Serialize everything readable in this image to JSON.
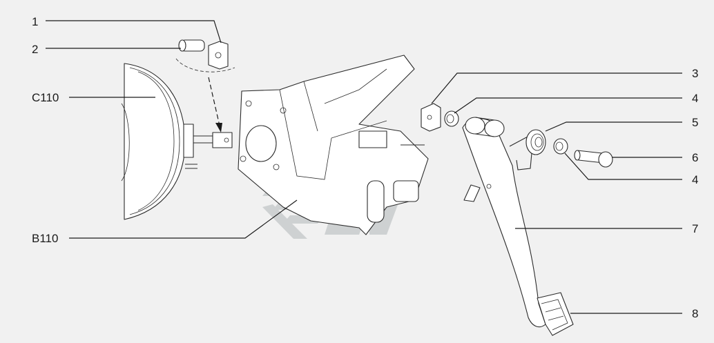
{
  "diagram": {
    "labels": {
      "l1": "1",
      "l2": "2",
      "lC110": "C110",
      "lB110": "B110",
      "l3": "3",
      "l4a": "4",
      "l5": "5",
      "l6": "6",
      "l4b": "4",
      "l7": "7",
      "l8": "8"
    },
    "colors": {
      "background": "#f1f1f1",
      "line": "#1a1a1a",
      "watermark": "#c9cccd"
    }
  }
}
